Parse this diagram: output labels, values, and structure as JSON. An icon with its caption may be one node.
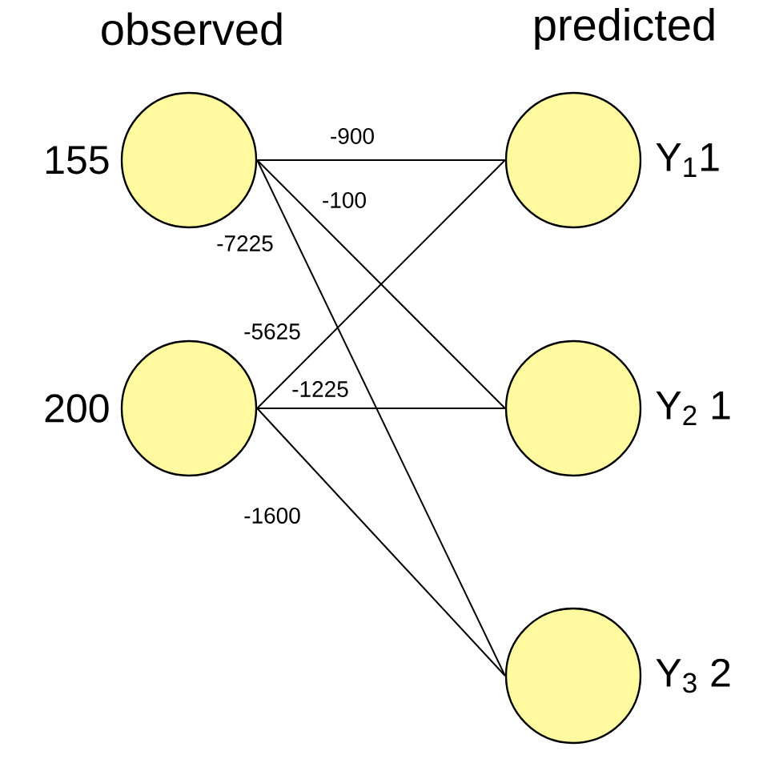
{
  "diagram": {
    "nodes": [
      {
        "text": [],
        "shape": "circle",
        "beside": [
          "155"
        ]
      },
      {
        "text": [],
        "shape": "circle",
        "beside": [
          "200"
        ]
      },
      {
        "text": [],
        "shape": "circle",
        "beside": [
          "Y$_{1}$1"
        ]
      },
      {
        "text": [],
        "shape": "circle",
        "beside": [
          "Y$_{2}$ 1"
        ]
      },
      {
        "text": [],
        "shape": "circle",
        "beside": [
          "Y$_{3}$ 2"
        ]
      }
    ],
    "edges": [
      {
        "from": 0,
        "to": 2,
        "arrow": "none",
        "label": "-900"
      },
      {
        "from": 0,
        "to": 3,
        "arrow": "none",
        "label": "-100"
      },
      {
        "from": 0,
        "to": 4,
        "arrow": "none",
        "label": "-7225"
      },
      {
        "from": 1,
        "to": 2,
        "arrow": "none",
        "label": "-5625"
      },
      {
        "from": 1,
        "to": 3,
        "arrow": "none",
        "label": "-1225"
      },
      {
        "from": 1,
        "to": 4,
        "arrow": "none",
        "label": "-1600"
      }
    ],
    "labels": [
      "observed",
      "predicted"
    ]
  }
}
